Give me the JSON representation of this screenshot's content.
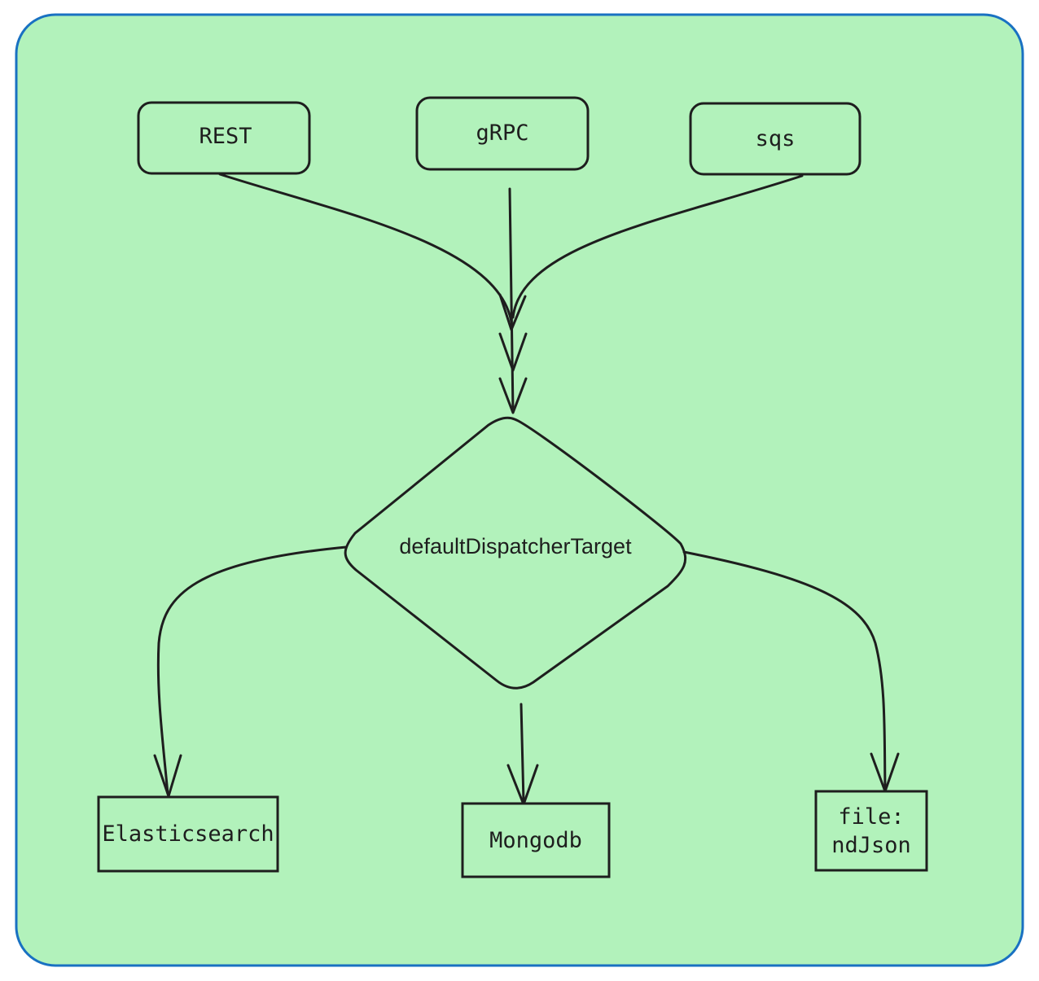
{
  "diagram": {
    "inputs": [
      {
        "id": "rest",
        "label": "REST"
      },
      {
        "id": "grpc",
        "label": "gRPC"
      },
      {
        "id": "sqs",
        "label": "sqs"
      }
    ],
    "decision": {
      "label": "defaultDispatcherTarget"
    },
    "outputs": [
      {
        "id": "elasticsearch",
        "label": "Elasticsearch"
      },
      {
        "id": "mongodb",
        "label": "Mongodb"
      },
      {
        "id": "file",
        "label_line1": "file:",
        "label_line2": "ndJson"
      }
    ]
  },
  "colors": {
    "frame_fill": "#b2f2bb",
    "frame_stroke": "#1971c2",
    "ink": "#1e1e1e"
  }
}
